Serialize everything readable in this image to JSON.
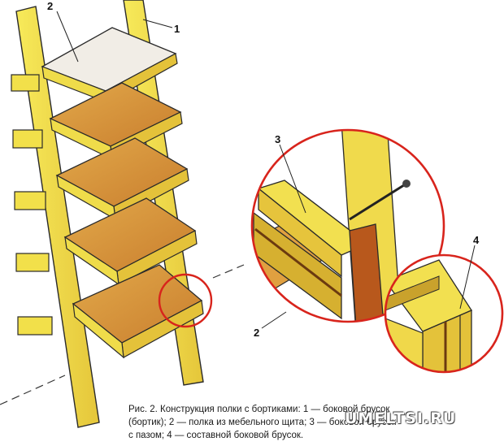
{
  "labels": {
    "l1": "1",
    "l2a": "2",
    "l2b": "2",
    "l3": "3",
    "l4": "4"
  },
  "caption": {
    "line1": "Рис. 2. Конструкция полки с бортиками: 1 — боковой брусок",
    "line2": "(бортик); 2 — полка из мебельного щита; 3 — боковой брусок",
    "line3": "с пазом; 4 — составной боковой брусок."
  },
  "watermark": "UMELTSI.RU",
  "colors": {
    "wood_light": "#f2e24a",
    "wood_mid": "#e8c23a",
    "chipboard": "#d9963c",
    "shelf_top": "#f1ede6",
    "circle": "#d8241c",
    "outline": "#2a2a2a"
  }
}
